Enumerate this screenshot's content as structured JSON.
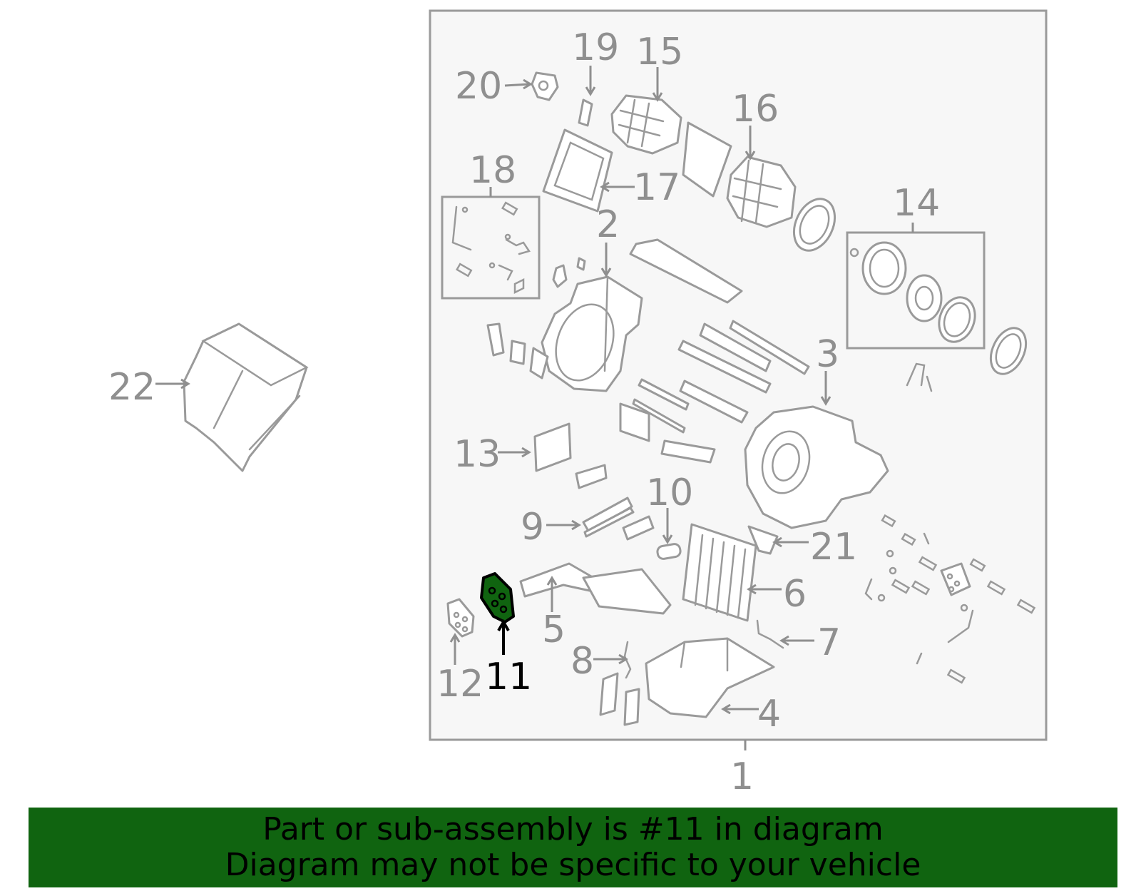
{
  "callouts": {
    "c1": "1",
    "c2": "2",
    "c3": "3",
    "c4": "4",
    "c5": "5",
    "c6": "6",
    "c7": "7",
    "c8": "8",
    "c9": "9",
    "c10": "10",
    "c11": "11",
    "c12": "12",
    "c13": "13",
    "c14": "14",
    "c15": "15",
    "c16": "16",
    "c17": "17",
    "c18": "18",
    "c19": "19",
    "c20": "20",
    "c21": "21",
    "c22": "22"
  },
  "highlighted_part": "11",
  "colors": {
    "highlight": "#106410",
    "line": "#9a9a9a",
    "panel": "#f7f7f7"
  },
  "banner": {
    "line1": "Part or sub-assembly is #11 in diagram",
    "line2": "Diagram may not be specific to your vehicle"
  }
}
